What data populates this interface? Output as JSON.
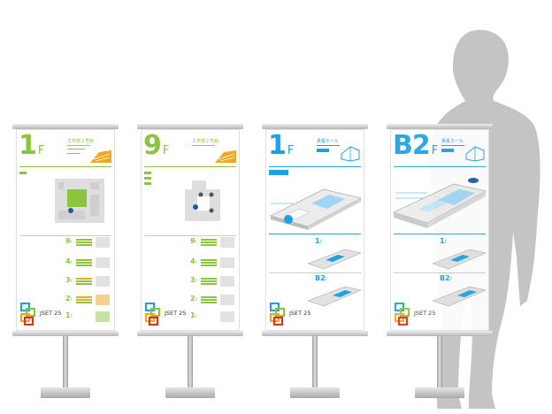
{
  "colors": {
    "green": "#8cc43e",
    "green_dark": "#5a8f1e",
    "orange": "#f2a81d",
    "blue": "#1ea1e4",
    "red": "#d6332b",
    "silhouette": "#c2c2c2",
    "frame": "#b5b5b5"
  },
  "panels": [
    {
      "floor": "1",
      "unit": "F",
      "scheme": "green",
      "building": "工学部２号館",
      "logo_text": "JSET 25",
      "rows": [
        {
          "num": "9",
          "unit": "F"
        },
        {
          "num": "4",
          "unit": "F"
        },
        {
          "num": "3",
          "unit": "F"
        },
        {
          "num": "2",
          "unit": "F"
        },
        {
          "num": "1",
          "unit": "F"
        }
      ]
    },
    {
      "floor": "9",
      "unit": "F",
      "scheme": "green",
      "building": "工学部２号館",
      "logo_text": "JSET 25",
      "rows": [
        {
          "num": "9",
          "unit": "F"
        },
        {
          "num": "4",
          "unit": "F"
        },
        {
          "num": "3",
          "unit": "F"
        },
        {
          "num": "2",
          "unit": "F"
        },
        {
          "num": "1",
          "unit": "F"
        }
      ]
    },
    {
      "floor": "1",
      "unit": "F",
      "scheme": "blue",
      "building": "貴賓ホール",
      "logo_text": "JSET 25",
      "rows": [
        {
          "num": "1",
          "unit": "F"
        },
        {
          "num": "B2",
          "unit": "F"
        }
      ]
    },
    {
      "floor": "B2",
      "unit": "F",
      "scheme": "blue",
      "building": "貴賓ホール",
      "logo_text": "JSET 25",
      "rows": [
        {
          "num": "1",
          "unit": "F"
        },
        {
          "num": "B2",
          "unit": "F"
        }
      ]
    }
  ]
}
